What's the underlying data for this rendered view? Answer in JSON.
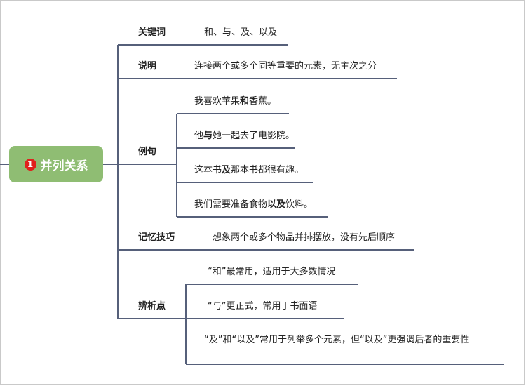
{
  "root": {
    "badge": "1",
    "title": "并列关系"
  },
  "branches": {
    "keyword": {
      "label": "关键词",
      "text": "和、与、及、以及"
    },
    "description": {
      "label": "说明",
      "text": "连接两个或多个同等重要的元素，无主次之分"
    },
    "examples": {
      "label": "例句",
      "items": [
        {
          "pre": "我喜欢苹果",
          "bold": "和",
          "post": "香蕉。"
        },
        {
          "pre": "他",
          "bold": "与",
          "post": "她一起去了电影院。"
        },
        {
          "pre": "这本书",
          "bold": "及",
          "post": "那本书都很有趣。"
        },
        {
          "pre": "我们需要准备食物",
          "bold": "以及",
          "post": "饮料。"
        }
      ]
    },
    "memory": {
      "label": "记忆技巧",
      "text": "想象两个或多个物品并排摆放，没有先后顺序"
    },
    "analysis": {
      "label": "辨析点",
      "items": [
        "“和”最常用，适用于大多数情况",
        "“与”更正式，常用于书面语",
        "“及”和“以及”常用于列举多个元素，但“以及”更强调后者的重要性"
      ]
    }
  },
  "colors": {
    "line": "#56607a",
    "root_bg": "#8fbd73",
    "badge": "#e0211d"
  }
}
